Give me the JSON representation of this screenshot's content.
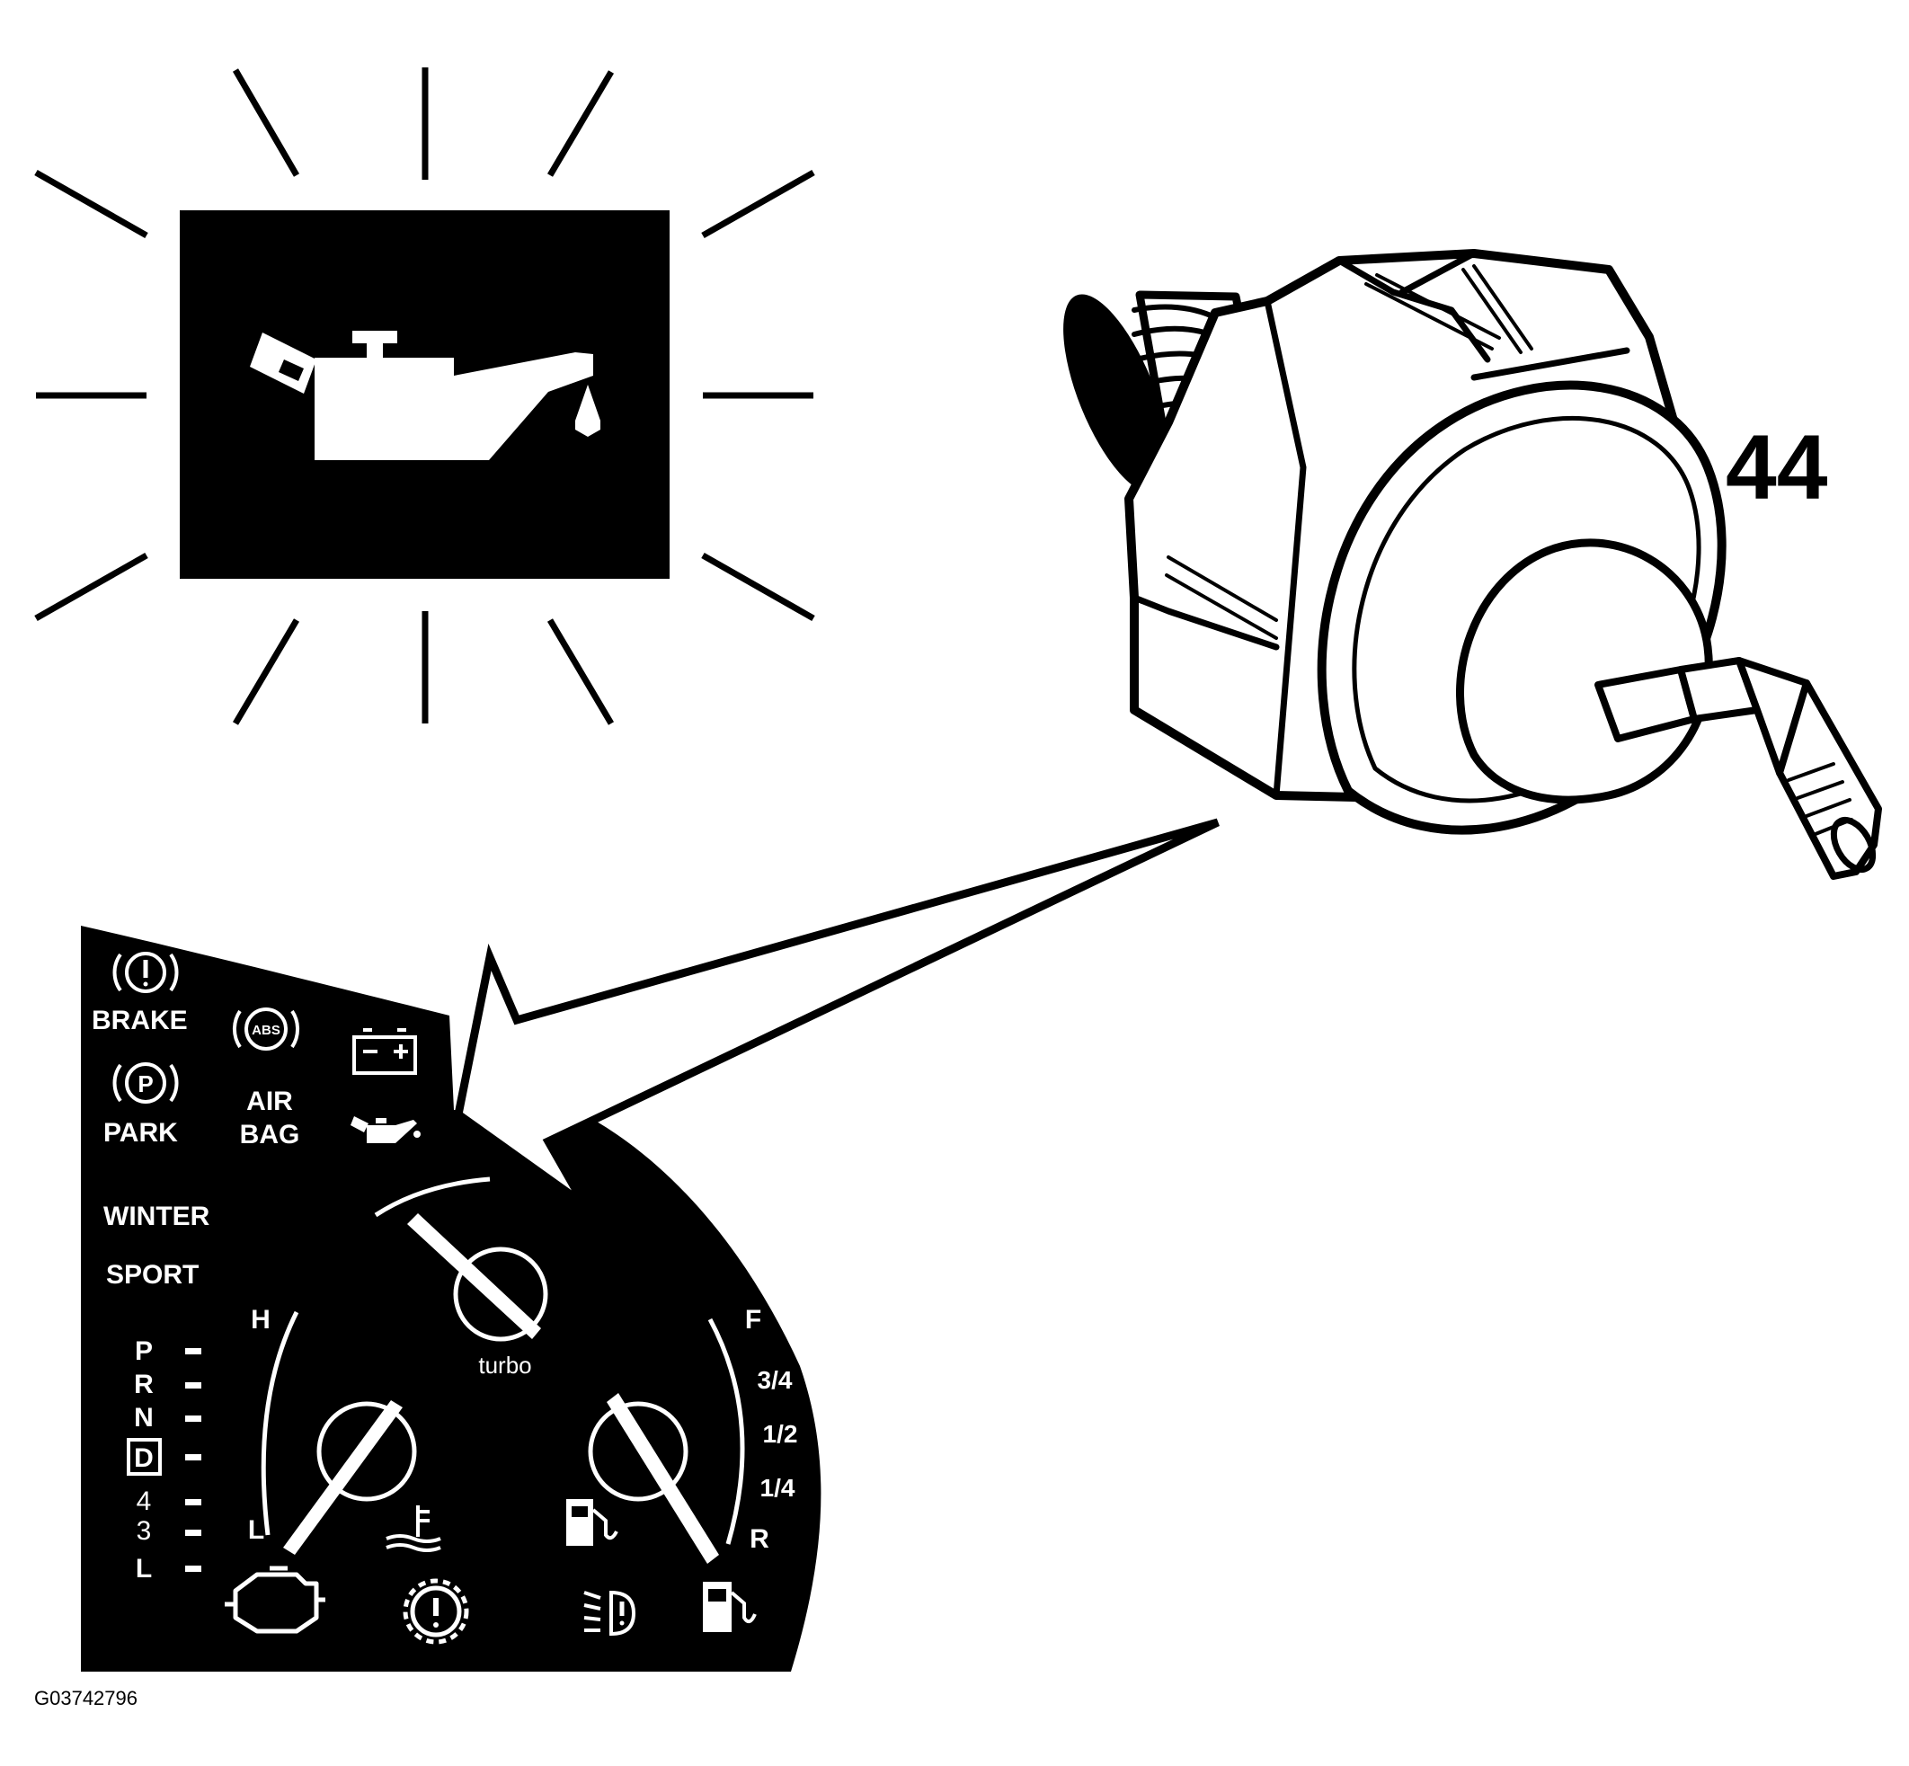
{
  "part_number": "44",
  "figure_id": "G03742796",
  "cluster": {
    "brake_label": "BRAKE",
    "park_label": "PARK",
    "abs_label": "ABS",
    "airbag_line1": "AIR",
    "airbag_line2": "BAG",
    "winter_label": "WINTER",
    "sport_label": "SPORT",
    "turbo_label": "turbo",
    "temp_high": "H",
    "temp_low": "L",
    "fuel_full": "F",
    "fuel_three_quarter": "3/4",
    "fuel_half": "1/2",
    "fuel_quarter": "1/4",
    "fuel_reserve": "R",
    "gears": [
      "P",
      "R",
      "N",
      "D",
      "4",
      "3",
      "L"
    ]
  }
}
